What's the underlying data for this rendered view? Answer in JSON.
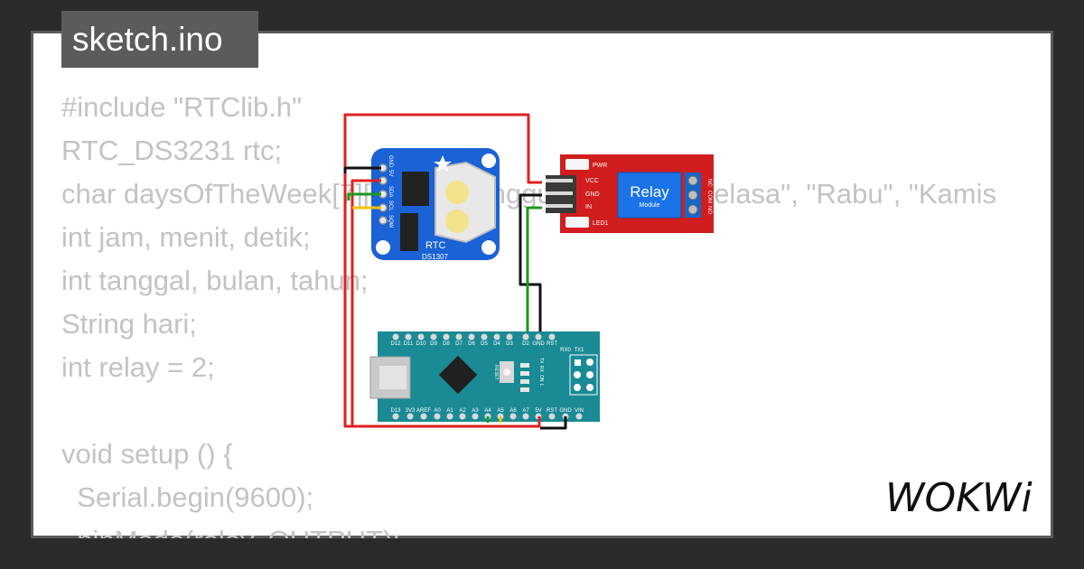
{
  "file_tab": {
    "label": "sketch.ino"
  },
  "code_lines": [
    "#include \"RTClib.h\"",
    "RTC_DS3231 rtc;",
    "char daysOfTheWeek[7][12] = {\"Minggu\", \"Senin\", \"Selasa\", \"Rabu\", \"Kamis",
    "int jam, menit, detik;",
    "int tanggal, bulan, tahun;",
    "String hari;",
    "int relay = 2;",
    "",
    "void setup () {",
    "  Serial.begin(9600);",
    "  pinMode(relay, OUTPUT);"
  ],
  "rtc_module": {
    "title": "RTC",
    "model": "DS1307",
    "pins": [
      "GND",
      "5V",
      "SDA",
      "SCL",
      "SQW"
    ]
  },
  "relay_module": {
    "title": "Relay",
    "subtitle": "Module",
    "pins": [
      "VCC",
      "GND",
      "IN"
    ],
    "outputs": [
      "NO",
      "COM",
      "NC"
    ],
    "pwr_label": "PWR",
    "led_label": "LED1"
  },
  "arduino_nano": {
    "top_pins": [
      "D12",
      "D11",
      "D10",
      "D9",
      "D8",
      "D7",
      "D6",
      "D5",
      "D4",
      "D3",
      "D2",
      "GND",
      "RST",
      "RX0",
      "TX1"
    ],
    "bottom_pins": [
      "D13",
      "3V3",
      "AREF",
      "A0",
      "A1",
      "A2",
      "A3",
      "A4",
      "A5",
      "A6",
      "A7",
      "5V",
      "RST",
      "GND",
      "VIN"
    ],
    "reset_label": "RESET",
    "leds": [
      "TX",
      "RX",
      "ON",
      "L"
    ]
  },
  "brand": {
    "name": "WOKWi"
  },
  "colors": {
    "background": "#2b2b2b",
    "card": "#ffffff",
    "code_text": "#c3c3c3",
    "rtc_board": "#1a62d6",
    "relay_board": "#d11d1d",
    "arduino_board": "#1a8a95",
    "wire_red": "#e02020",
    "wire_black": "#111111",
    "wire_green": "#1a9a1a",
    "wire_yellow": "#f2c200"
  }
}
